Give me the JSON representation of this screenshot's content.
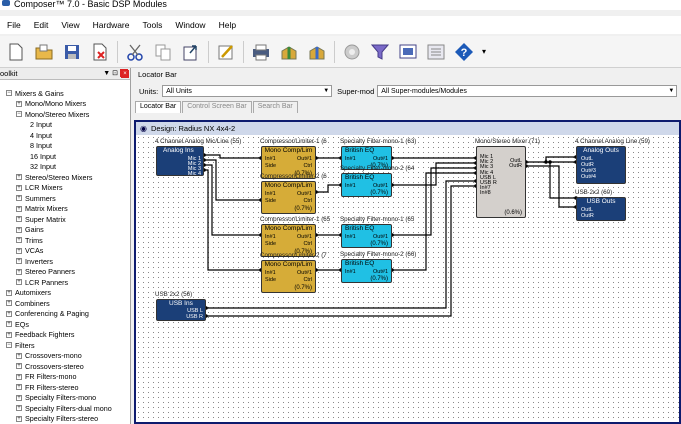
{
  "window": {
    "title": "Composer™ 7.0 - Basic DSP Modules"
  },
  "menu": [
    "File",
    "Edit",
    "View",
    "Hardware",
    "Tools",
    "Window",
    "Help"
  ],
  "toolbar": [
    "new-file-icon",
    "open-folder-icon",
    "save-icon",
    "delete-file-icon",
    "cut-icon",
    "copy-icon",
    "paste-icon",
    "edit-icon",
    "print-icon",
    "modules-icon",
    "modules-add-icon",
    "compile-icon",
    "filter-icon",
    "screen-icon",
    "list-icon",
    "help-icon"
  ],
  "left_panel": {
    "title": "oolkit",
    "pin": "▼ ⊡",
    "close": "×",
    "tree": [
      {
        "label": "Mixers & Gains",
        "indent": 0,
        "toggle": "−"
      },
      {
        "label": "Mono/Mono Mixers",
        "indent": 1,
        "toggle": "+"
      },
      {
        "label": "Mono/Stereo Mixers",
        "indent": 1,
        "toggle": "−"
      },
      {
        "label": "2 Input",
        "indent": 2,
        "toggle": ""
      },
      {
        "label": "4 Input",
        "indent": 2,
        "toggle": ""
      },
      {
        "label": "8 Input",
        "indent": 2,
        "toggle": ""
      },
      {
        "label": "16 Input",
        "indent": 2,
        "toggle": ""
      },
      {
        "label": "32 Input",
        "indent": 2,
        "toggle": ""
      },
      {
        "label": "Stereo/Stereo Mixers",
        "indent": 1,
        "toggle": "+"
      },
      {
        "label": "LCR Mixers",
        "indent": 1,
        "toggle": "+"
      },
      {
        "label": "Summers",
        "indent": 1,
        "toggle": "+"
      },
      {
        "label": "Matrix Mixers",
        "indent": 1,
        "toggle": "+"
      },
      {
        "label": "Super Matrix",
        "indent": 1,
        "toggle": "+"
      },
      {
        "label": "Gains",
        "indent": 1,
        "toggle": "+"
      },
      {
        "label": "Trims",
        "indent": 1,
        "toggle": "+"
      },
      {
        "label": "VCAs",
        "indent": 1,
        "toggle": "+"
      },
      {
        "label": "Inverters",
        "indent": 1,
        "toggle": "+"
      },
      {
        "label": "Stereo Panners",
        "indent": 1,
        "toggle": "+"
      },
      {
        "label": "LCR Panners",
        "indent": 1,
        "toggle": "+"
      },
      {
        "label": "Automixers",
        "indent": 0,
        "toggle": "+"
      },
      {
        "label": "Combiners",
        "indent": 0,
        "toggle": "+"
      },
      {
        "label": "Conferencing & Paging",
        "indent": 0,
        "toggle": "+"
      },
      {
        "label": "EQs",
        "indent": 0,
        "toggle": "+"
      },
      {
        "label": "Feedback Fighters",
        "indent": 0,
        "toggle": "+"
      },
      {
        "label": "Filters",
        "indent": 0,
        "toggle": "−"
      },
      {
        "label": "Crossovers-mono",
        "indent": 1,
        "toggle": "+"
      },
      {
        "label": "Crossovers-stereo",
        "indent": 1,
        "toggle": "+"
      },
      {
        "label": "FR Filters-mono",
        "indent": 1,
        "toggle": "+"
      },
      {
        "label": "FR Filters-stereo",
        "indent": 1,
        "toggle": "+"
      },
      {
        "label": "Specialty Filters-mono",
        "indent": 1,
        "toggle": "+"
      },
      {
        "label": "Specialty Filters-dual mono",
        "indent": 1,
        "toggle": "+"
      },
      {
        "label": "Specialty Filters-stereo",
        "indent": 1,
        "toggle": "+"
      }
    ]
  },
  "locator": {
    "title": "Locator Bar",
    "close": "×",
    "units_label": "Units:",
    "units_value": "All Units",
    "supermod_label": "Super-mod",
    "supermod_value": "All Super-modules/Modules",
    "tabs": [
      "Locator Bar",
      "Control Screen Bar",
      "Search Bar"
    ]
  },
  "design": {
    "title": "Design: Radius NX 4x4-2"
  },
  "blocks": {
    "analog_in": {
      "label": "4 Channel Analog Mic/Line (55)",
      "title": "Analog Ins",
      "pins": [
        "Mic 1",
        "Mic 2",
        "Mic 3",
        "Mic 4"
      ]
    },
    "usb_in": {
      "label": "USB 2x2 (56)",
      "title": "USB Ins",
      "pins": [
        "USB L",
        "USB R"
      ]
    },
    "comp1": {
      "label": "Compressor/Limiter-1 (6",
      "title": "Mono Comp/Lim",
      "in": "In#1",
      "side": "Side",
      "out": "Out#1",
      "ctrl": "Ctrl",
      "pct": "(0.7%)"
    },
    "comp2": {
      "label": "Compressor/Limiter-2 (6",
      "title": "Mono Comp/Lim",
      "in": "In#1",
      "side": "Side",
      "out": "Out#1",
      "ctrl": "Ctrl",
      "pct": "(0.7%)"
    },
    "comp3": {
      "label": "Compressor/Limiter-1 (65",
      "title": "Mono Comp/Lim",
      "in": "In#1",
      "side": "Side",
      "out": "Out#1",
      "ctrl": "Ctrl",
      "pct": "(0.7%)"
    },
    "comp4": {
      "label": "Compressor/Limiter-2 (7",
      "title": "Mono Comp/Lim",
      "in": "In#1",
      "side": "Side",
      "out": "Out#1",
      "ctrl": "Ctrl",
      "pct": "(0.7%)"
    },
    "eq1": {
      "label": "Specialty Filter-mono-1 (63)",
      "title": "British EQ",
      "in": "In#1",
      "out": "Out#1",
      "pct": "(0.7%)"
    },
    "eq2": {
      "label": "Specialty Filter-mono-2 (64",
      "title": "British EQ",
      "in": "In#1",
      "out": "Out#1",
      "pct": "(0.7%)"
    },
    "eq3": {
      "label": "Specialty Filter-mono-1 (65",
      "title": "British EQ",
      "in": "In#1",
      "out": "Out#1",
      "pct": "(0.7%)"
    },
    "eq4": {
      "label": "Specialty Filter-mono-2 (66)",
      "title": "British EQ",
      "in": "In#1",
      "out": "Out#1",
      "pct": "(0.7%)"
    },
    "mixer": {
      "label": "Mono/Stereo Mixer (71)",
      "pins": [
        "Mic 1",
        "Mic 2",
        "Mic 3",
        "Mic 4",
        "USB L",
        "USB R",
        "In#7",
        "In#8"
      ],
      "outs": [
        "OutL",
        "OutR"
      ],
      "pct": "(0.6%)"
    },
    "analog_out": {
      "label": "4 Channel Analog Line (59)",
      "title": "Analog Outs",
      "pins": [
        "OutL",
        "OutR",
        "Out#3",
        "Out#4"
      ]
    },
    "usb_out": {
      "label": "USB 2x2 (60)",
      "title": "USB Outs",
      "pins": [
        "OutL",
        "OutR"
      ]
    }
  }
}
